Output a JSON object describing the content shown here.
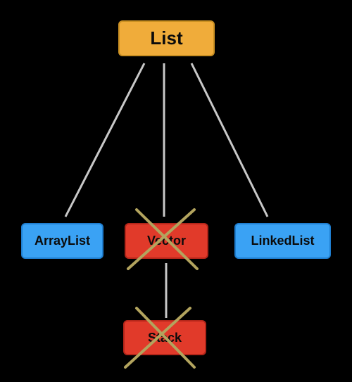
{
  "nodes": {
    "list": {
      "label": "List",
      "color": "#f0ac3a"
    },
    "arraylist": {
      "label": "ArrayList",
      "color": "#3aa2f4"
    },
    "vector": {
      "label": "Vector",
      "color": "#e13a2a",
      "crossed_out": true
    },
    "linkedlist": {
      "label": "LinkedList",
      "color": "#3aa2f4"
    },
    "stack": {
      "label": "Stack",
      "color": "#e13a2a",
      "crossed_out": true
    }
  },
  "edges": [
    {
      "from": "List",
      "to": "ArrayList"
    },
    {
      "from": "List",
      "to": "Vector"
    },
    {
      "from": "List",
      "to": "LinkedList"
    },
    {
      "from": "Vector",
      "to": "Stack"
    }
  ],
  "colors": {
    "background": "#000000",
    "edge": "#c8c8c8",
    "cross_mark": "#b3a45e"
  }
}
